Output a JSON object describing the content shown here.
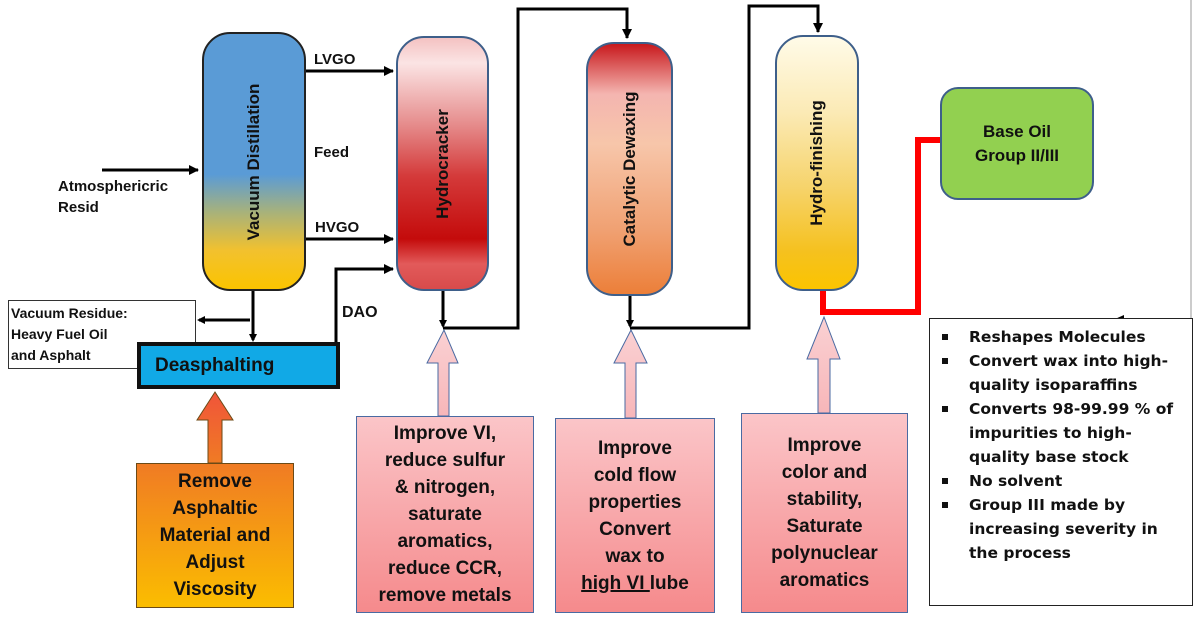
{
  "units": {
    "vacuum_distillation": "Vacuum  Distillation",
    "hydrocracker": "Hydrocracker",
    "catalytic_dewaxing": "Catalytic Dewaxing",
    "hydrofinishing": "Hydro-finishing",
    "deasphalting": "Deasphalting",
    "base_oil_line1": "Base  Oil",
    "base_oil_line2": "Group II/III"
  },
  "streams": {
    "feed_in_line1": "Atmosphericric",
    "feed_in_line2": "Resid",
    "lvgo": "LVGO",
    "feed": "Feed",
    "hvgo": "HVGO",
    "dao": "DAO",
    "residue_line1": "Vacuum  Residue:",
    "residue_line2": "Heavy Fuel  Oil",
    "residue_line3": "and  Asphalt"
  },
  "notes": {
    "deasphalting": [
      "Remove",
      "Asphaltic",
      "Material and",
      "Adjust",
      "Viscosity"
    ],
    "hydrocracker": [
      "Improve VI,",
      "reduce  sulfur",
      "& nitrogen,",
      "saturate",
      "aromatics,",
      "reduce CCR,",
      "remove metals"
    ],
    "dewaxing": [
      "Improve",
      "cold  flow",
      "properties",
      "Convert",
      "wax to"
    ],
    "dewaxing_last_underlined": "high VI ",
    "dewaxing_last_rest": "lube",
    "hydrofinishing": [
      "Improve",
      "color  and",
      "stability,",
      "Saturate",
      "polynuclear",
      "aromatics"
    ]
  },
  "bullets": [
    "Reshapes Molecules",
    "Convert wax into high-quality isoparaffins",
    "Converts 98-99.99 % of impurities to high-quality base stock",
    "No solvent",
    "Group III made by increasing severity in the process"
  ],
  "colors": {
    "flow_line": "#000000",
    "product_line": "#ff0000",
    "base_oil": "#92d050",
    "deasphalting": "#11a9e6"
  }
}
